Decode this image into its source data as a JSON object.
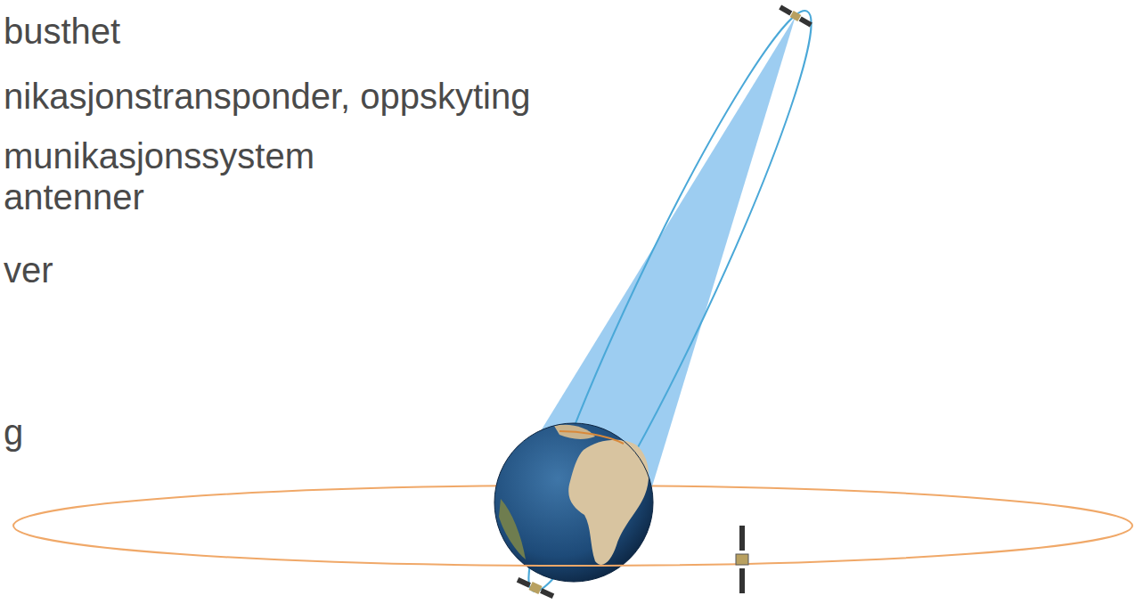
{
  "diagram": {
    "labels": [
      "busthet",
      "nikasjonstransponder, oppskyting",
      "munikasjonssystem antenner",
      "ver",
      "g"
    ]
  }
}
